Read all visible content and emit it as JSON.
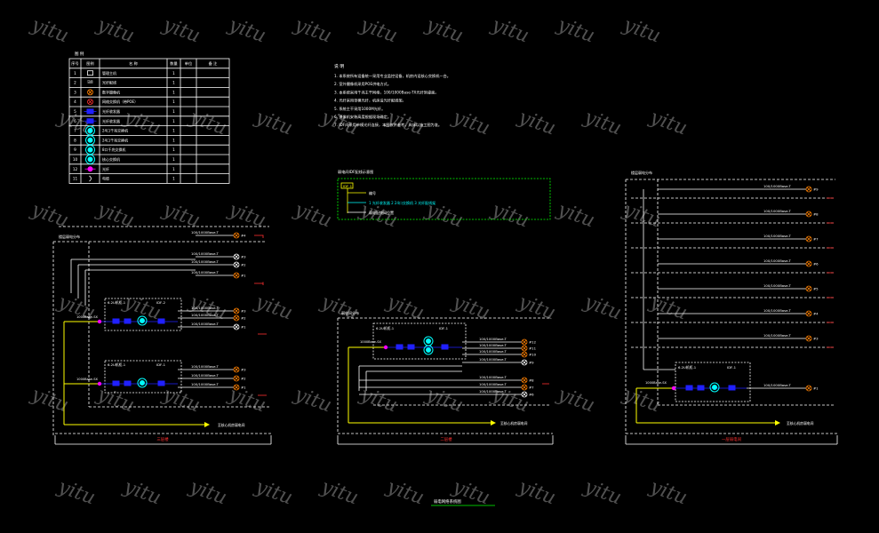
{
  "watermark": {
    "text": "yitu"
  },
  "colors": {
    "background": "#000000",
    "white": "#ffffff",
    "yellow": "#ffff00",
    "green": "#00ff00",
    "cyan": "#00ffff",
    "blue": "#2020ff",
    "red": "#ff3030",
    "magenta": "#ff00ff",
    "orange": "#ff8000"
  },
  "legend": {
    "title": "图 例",
    "headers": [
      "序号",
      "图例",
      "名 称",
      "数量",
      "单位",
      "备 注"
    ],
    "rows": [
      {
        "no": "1",
        "icon": "computer-icon",
        "name": "管理主机",
        "qty": "1"
      },
      {
        "no": "2",
        "icon": "hub-icon",
        "name": "光纤配线",
        "qty": "1"
      },
      {
        "no": "3",
        "icon": "circle-x-icon",
        "name": "数字摄像机",
        "qty": "1"
      },
      {
        "no": "4",
        "icon": "circle-x-red-icon",
        "name": "网络交换机（带POE）",
        "qty": "1"
      },
      {
        "no": "5",
        "icon": "blue-box-icon",
        "name": "光纤收发器",
        "qty": "1"
      },
      {
        "no": "6",
        "icon": "blue-box-icon",
        "name": "光纤收发器",
        "qty": "1"
      },
      {
        "no": "7",
        "icon": "cyan-circle-icon",
        "name": "24口千兆交换机",
        "qty": "1"
      },
      {
        "no": "8",
        "icon": "cyan-circle-icon",
        "name": "24口千兆交换机",
        "qty": "1"
      },
      {
        "no": "9",
        "icon": "cyan-circle-icon",
        "name": "8口千兆交换机",
        "qty": "1"
      },
      {
        "no": "10",
        "icon": "cyan-circle-icon",
        "name": "核心交换机",
        "qty": "1"
      },
      {
        "no": "12",
        "icon": "magenta-circle-icon",
        "name": "光纤",
        "qty": "1"
      },
      {
        "no": "11",
        "icon": "arc-icon",
        "name": "电缆",
        "qty": "1"
      }
    ]
  },
  "notes": {
    "title": "说 明",
    "lines": [
      "1. 本系统所有设备统一采用专业监控设备，机房内设核心交换机一台。",
      "2. 室外摄像机采用POE供电方式。",
      "3. 本系统采用千兆主干网络，100/1000Base-TX光纤到桌面。",
      "4. 光纤采用单模光纤，机房设光纤配线架。",
      "5. 系统主干采用1000M光纤。",
      "6. 摄像机安装高度根据现场确定。",
      "7. IDF间采用单模光纤连接，本图仅供参考，具体以施工图为准。"
    ]
  },
  "annotation_box": {
    "title": "弱电间IDF配线示意图",
    "label": "IDF-1",
    "item1": "编号",
    "item2": "1 光纤收发器 2 24口交换机 3 光纤配线架",
    "item3": "弱电配线间位置"
  },
  "link_label": "100/1000Base-T",
  "sx_label": "1000Base-SX",
  "diagram_left": {
    "area_label": "楼层弱电分布",
    "idf_top": "IDF-2",
    "idf_bottom": "IDF-1",
    "switch_label": "6.2U机柜-1",
    "to_core": "至核心机房弱电间",
    "footer": "三层楼"
  },
  "diagram_mid": {
    "area_label": "弱电间分布",
    "switch_label": "6.2U机柜-1",
    "idf": "IDF-1",
    "to_core": "至核心机房弱电间",
    "footer": "二层楼"
  },
  "diagram_right": {
    "area_label": "楼层弱电分布",
    "switch_label": "6.2U机柜-1",
    "idf": "IDF-1",
    "to_core": "至核心机房弱电间",
    "footer": "一层弱电间"
  },
  "page_caption": "弱电网络系统图"
}
